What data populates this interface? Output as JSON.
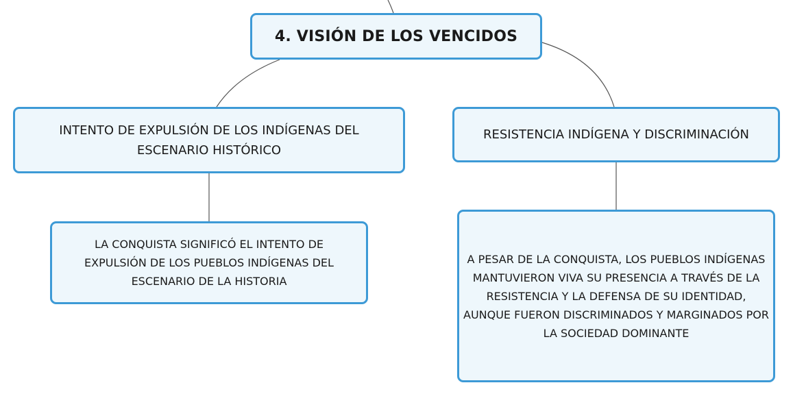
{
  "diagram": {
    "root": {
      "label": "4. VISIÓN DE LOS VENCIDOS"
    },
    "left_topic": {
      "label": "INTENTO DE EXPULSIÓN DE LOS INDÍGENAS DEL ESCENARIO HISTÓRICO"
    },
    "left_detail": {
      "text": "LA CONQUISTA SIGNIFICÓ EL INTENTO DE EXPULSIÓN DE LOS PUEBLOS INDÍGENAS DEL ESCENARIO DE LA HISTORIA"
    },
    "right_topic": {
      "label": "RESISTENCIA INDÍGENA Y DISCRIMINACIÓN"
    },
    "right_detail": {
      "text": "A PESAR DE LA CONQUISTA, LOS PUEBLOS INDÍGENAS MANTUVIERON VIVA SU PRESENCIA A TRAVÉS DE LA RESISTENCIA Y LA DEFENSA DE SU IDENTIDAD, AUNQUE FUERON DISCRIMINADOS Y MARGINADOS POR LA SOCIEDAD DOMINANTE"
    },
    "colors": {
      "node_border": "#3d9ad6",
      "node_fill": "#eef7fc",
      "connector": "#555555"
    }
  }
}
